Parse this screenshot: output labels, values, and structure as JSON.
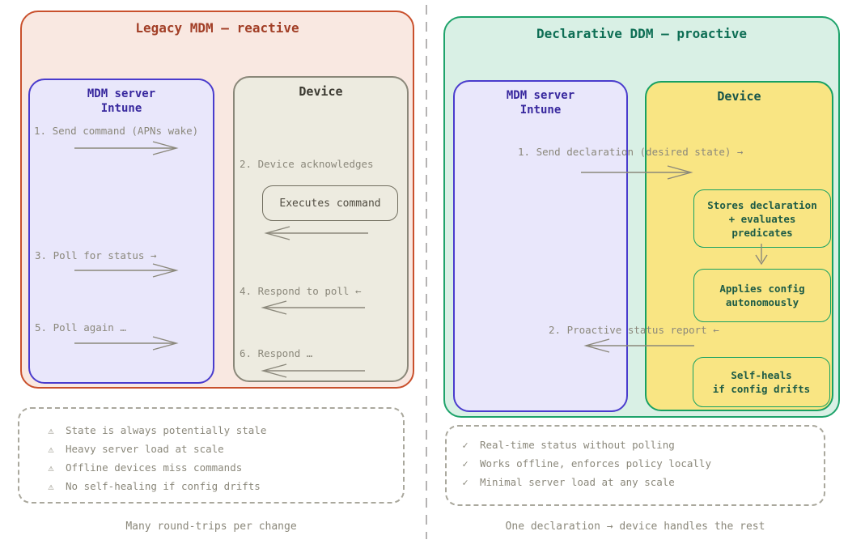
{
  "left_panel": {
    "title": "Legacy MDM — reactive",
    "server_box": {
      "title_line1": "MDM server",
      "title_line2": "Intune",
      "step1": "1. Send command (APNs wake)",
      "step3": "3. Poll for status →",
      "step5": "5. Poll again …"
    },
    "device_box": {
      "title": "Device",
      "step2": "2. Device acknowledges",
      "executes": "Executes command",
      "step4": "4. Respond to poll ←",
      "step6": "6. Respond …"
    },
    "warning_icon": "⚠",
    "warnings": [
      "State is always potentially stale",
      "Heavy server load at scale",
      "Offline devices miss commands",
      "No self-healing if config drifts"
    ],
    "caption": "Many round-trips per change"
  },
  "right_panel": {
    "title": "Declarative DDM — proactive",
    "server_box": {
      "title_line1": "MDM server",
      "title_line2": "Intune"
    },
    "device_box": {
      "title": "Device",
      "stores_box": [
        "Stores declaration",
        "+ evaluates",
        "predicates"
      ],
      "applies_box": [
        "Applies config",
        "autonomously"
      ],
      "heals_box": [
        "Self-heals",
        "if config drifts"
      ]
    },
    "step1": "1. Send declaration (desired state) →",
    "step2": "2. Proactive status report ←",
    "check_icon": "✓",
    "benefits": [
      "Real-time status without polling",
      "Works offline, enforces policy locally",
      "Minimal server load at any scale"
    ],
    "caption": "One declaration → device handles the rest"
  },
  "colors": {
    "left_border": "#c9502c",
    "left_bg": "#f9e8e1",
    "left_title": "#a23f27",
    "right_border": "#1ea36b",
    "right_bg": "#d9f0e5",
    "right_title": "#0d6e54",
    "server_border": "#4a3ccd",
    "server_bg": "#e9e7fb",
    "server_title": "#38289e",
    "device_left_bg": "#edebe0",
    "device_left_border": "#8a8779",
    "device_right_bg": "#f9e583",
    "device_right_border": "#17a163",
    "subbox_text": "#1d5b46",
    "step_text": "#8b887b"
  }
}
